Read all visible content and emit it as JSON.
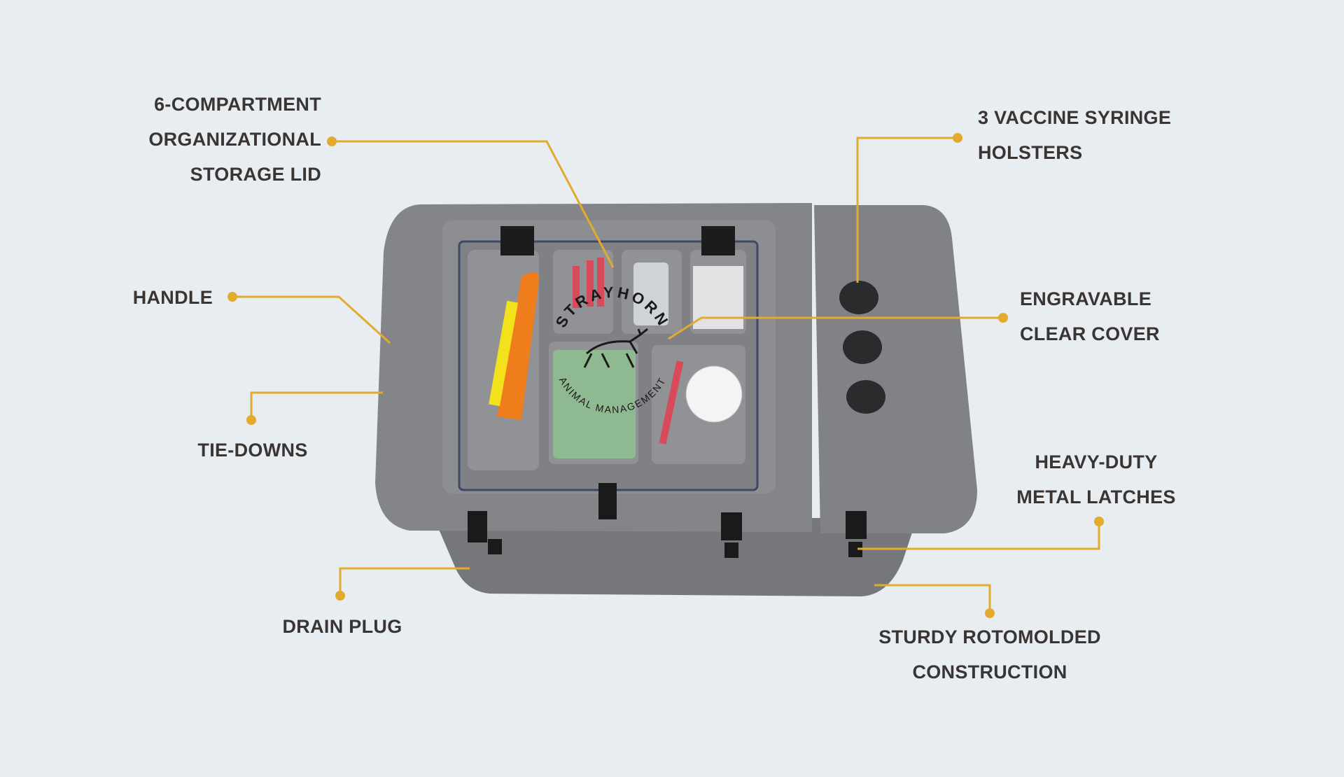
{
  "colors": {
    "background": "#e8edf2",
    "accent": "#e3ab2e",
    "text": "#3a3532",
    "cooler": "#7b7d80"
  },
  "logo": {
    "top": "STRAYHORN",
    "bottom": "ANIMAL MANAGEMENT"
  },
  "callouts": {
    "storage_lid": [
      "6-COMPARTMENT",
      "ORGANIZATIONAL",
      "STORAGE LID"
    ],
    "holsters": [
      "3 VACCINE SYRINGE",
      "HOLSTERS"
    ],
    "handle": [
      "HANDLE"
    ],
    "tie_downs": [
      "TIE-DOWNS"
    ],
    "clear_cover": [
      "ENGRAVABLE",
      "CLEAR COVER"
    ],
    "latches": [
      "HEAVY-DUTY",
      "METAL LATCHES"
    ],
    "drain_plug": [
      "DRAIN PLUG"
    ],
    "construction": [
      "STURDY ROTOMOLDED",
      "CONSTRUCTION"
    ]
  }
}
